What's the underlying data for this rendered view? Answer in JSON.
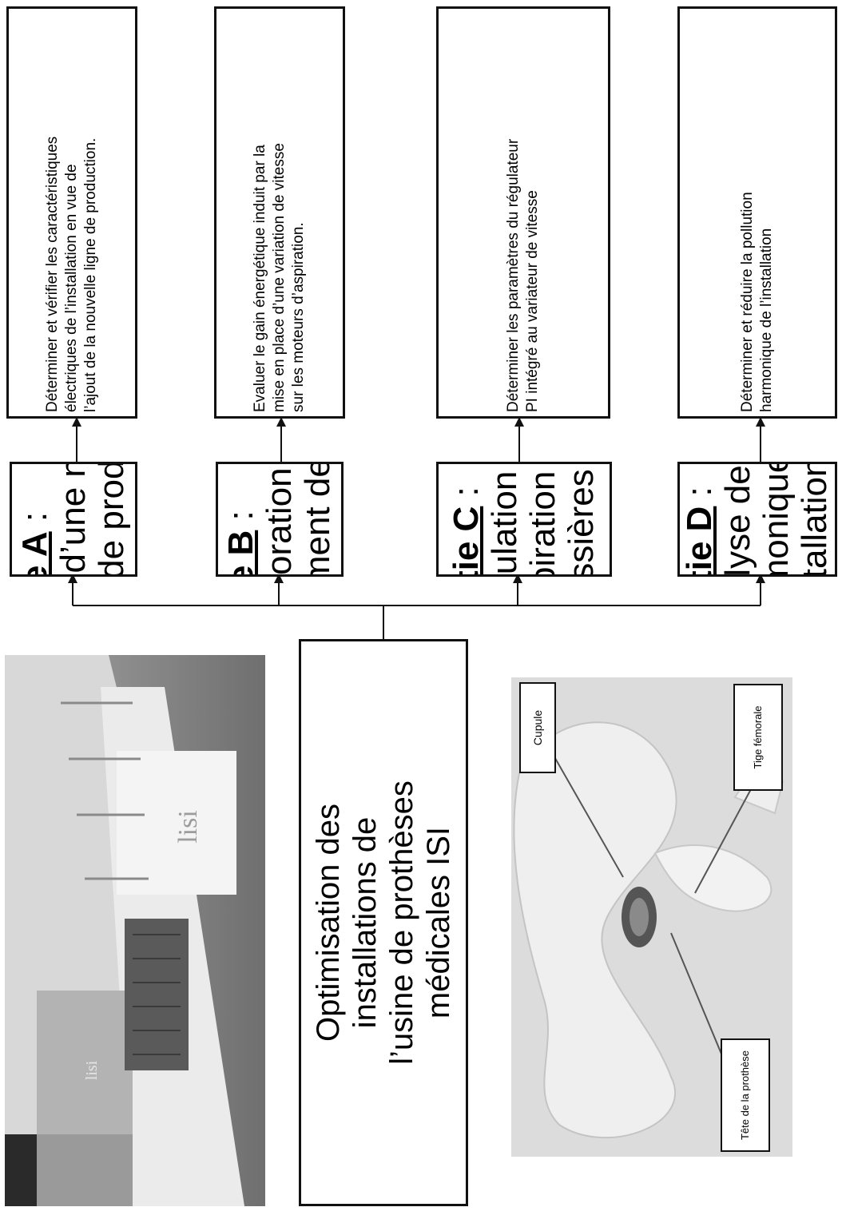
{
  "main_box": {
    "lines": [
      "Optimisation des",
      "installations de",
      "l’usine de prothèses",
      "médicales ISI"
    ]
  },
  "parts": [
    {
      "title": "Partie A",
      "sep": " :",
      "lines": [
        "Ajout d’une nouvelle",
        "ligne de production"
      ],
      "objective": [
        "Déterminer et vérifier les caractéristiques",
        "électriques de l’installation en vue de",
        "l’ajout de la nouvelle ligne de production."
      ]
    },
    {
      "title": "Partie B",
      "sep": " :",
      "lines": [
        "Amélioration du",
        "traitement de l’air"
      ],
      "objective": [
        "Evaluer le gain énergétique induit par la",
        "mise en place d’une variation de vitesse",
        "sur les moteurs d’aspiration."
      ]
    },
    {
      "title": "Partie C",
      "sep": " :",
      "lines": [
        "Régulation de",
        "l’aspiration des",
        "poussières"
      ],
      "objective": [
        "Déterminer les paramètres du régulateur",
        "PI intégré au variateur de vitesse"
      ]
    },
    {
      "title": "Partie D",
      "sep": " :",
      "lines": [
        "Analyse des",
        "harmoniques de",
        "l’installation"
      ],
      "objective": [
        "Déterminer et réduire la pollution",
        "harmonique de l’installation"
      ]
    }
  ],
  "hip_figure": {
    "labels": [
      "Cupule",
      "Tige fémorale",
      "Tête de la prothèse"
    ]
  },
  "building_photo": {
    "signs": [
      "lisi",
      "lisi"
    ]
  }
}
